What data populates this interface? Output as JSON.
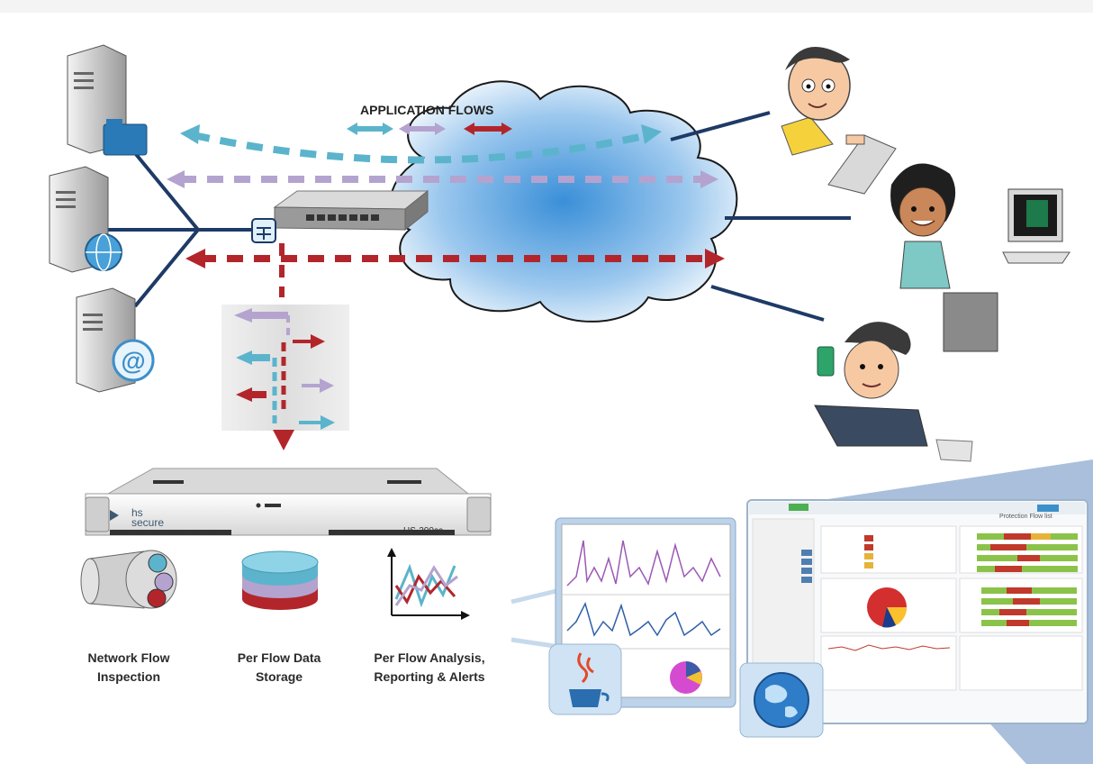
{
  "diagram": {
    "flows_title": "APPLICATION FLOWS",
    "appliance": {
      "brand": "hs\nsecure",
      "model": "HS-200cc"
    },
    "features": [
      {
        "label": "Network Flow\nInspection"
      },
      {
        "label": "Per Flow Data\nStorage"
      },
      {
        "label": "Per Flow Analysis,\nReporting & Alerts"
      }
    ],
    "dashboard_title": "Protection Flow list",
    "icons": [
      "server-folder-icon",
      "server-globe-icon",
      "server-email-icon",
      "switch-icon",
      "tap-icon",
      "cloud-icon",
      "user-laptop-icon",
      "user-desktop-icon",
      "user-phone-icon",
      "java-icon",
      "globe-icon"
    ],
    "colors": {
      "teal": "#5bb4cc",
      "lavender": "#b4a3cf",
      "red": "#b2262b",
      "navy": "#1e3a66",
      "cloud": "#3a8fd8"
    }
  }
}
